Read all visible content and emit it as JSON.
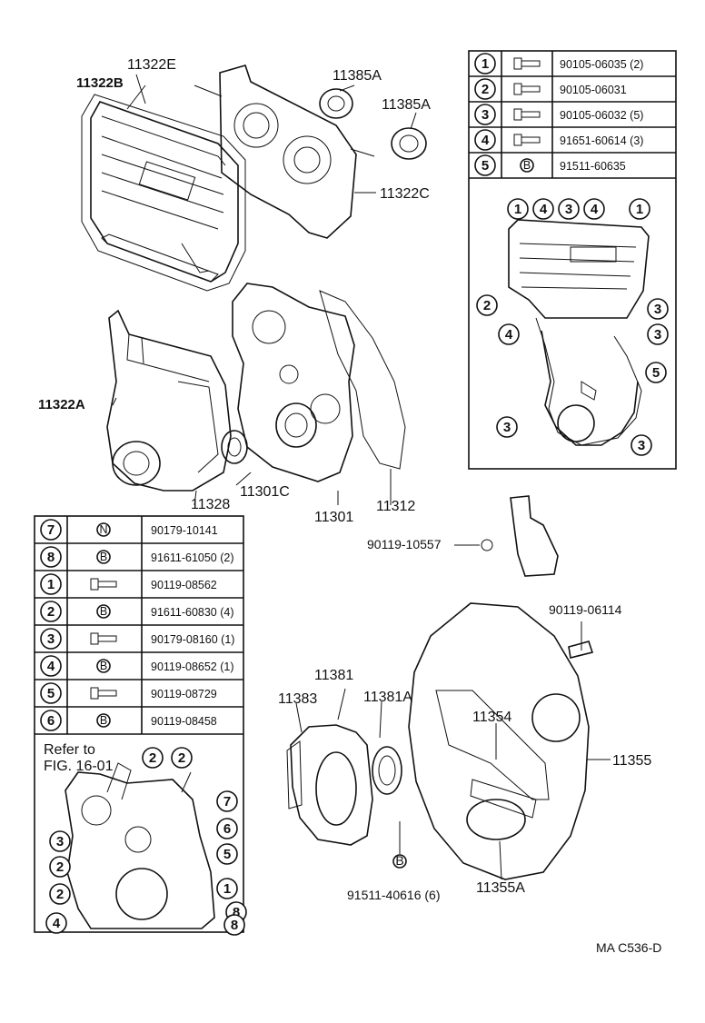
{
  "labels": {
    "p11322E": "11322E",
    "p11322B": "11322B",
    "p11385A_1": "11385A",
    "p11385A_2": "11385A",
    "p11322C": "11322C",
    "p11322A": "11322A",
    "p11328": "11328",
    "p11301C": "11301C",
    "p11301": "11301",
    "p11312": "11312",
    "p90119_10557": "90119-10557",
    "p90119_06114": "90119-06114",
    "p11381": "11381",
    "p11383": "11383",
    "p11381A": "11381A",
    "p11354": "11354",
    "p11355": "11355",
    "p11355A": "11355A",
    "p91511_40616": "91511-40616 (6)",
    "refer_line1": "Refer to",
    "refer_line2": "FIG. 16-01",
    "diagram_code": "MA C536-D"
  },
  "table_top": [
    {
      "num": "1",
      "part": "90105-06035 (2)"
    },
    {
      "num": "2",
      "part": "90105-06031"
    },
    {
      "num": "3",
      "part": "90105-06032 (5)"
    },
    {
      "num": "4",
      "part": "91651-60614 (3)"
    },
    {
      "num": "5",
      "part": "91511-60635",
      "mark": "B"
    }
  ],
  "table_left": [
    {
      "num": "7",
      "part": "90179-10141",
      "mark": "N"
    },
    {
      "num": "8",
      "part": "91611-61050 (2)",
      "mark": "B"
    },
    {
      "num": "1",
      "part": "90119-08562"
    },
    {
      "num": "2",
      "part": "91611-60830 (4)",
      "mark": "B"
    },
    {
      "num": "3",
      "part": "90179-08160 (1)"
    },
    {
      "num": "4",
      "part": "90119-08652 (1)",
      "mark": "B"
    },
    {
      "num": "5",
      "part": "90119-08729"
    },
    {
      "num": "6",
      "part": "90119-08458",
      "mark": "B"
    }
  ],
  "callouts_top": {
    "a": "1",
    "b": "4",
    "c": "3",
    "d": "4",
    "e": "1",
    "f": "2",
    "g": "3",
    "h": "4",
    "i": "3",
    "j": "5",
    "k": "3",
    "l": "3"
  },
  "callouts_left": {
    "a": "2",
    "b": "2",
    "c": "7",
    "d": "6",
    "e": "3",
    "f": "5",
    "g": "2",
    "h": "1",
    "i": "2",
    "j": "8",
    "k": "4",
    "l": "8"
  },
  "washer_mark": "B"
}
